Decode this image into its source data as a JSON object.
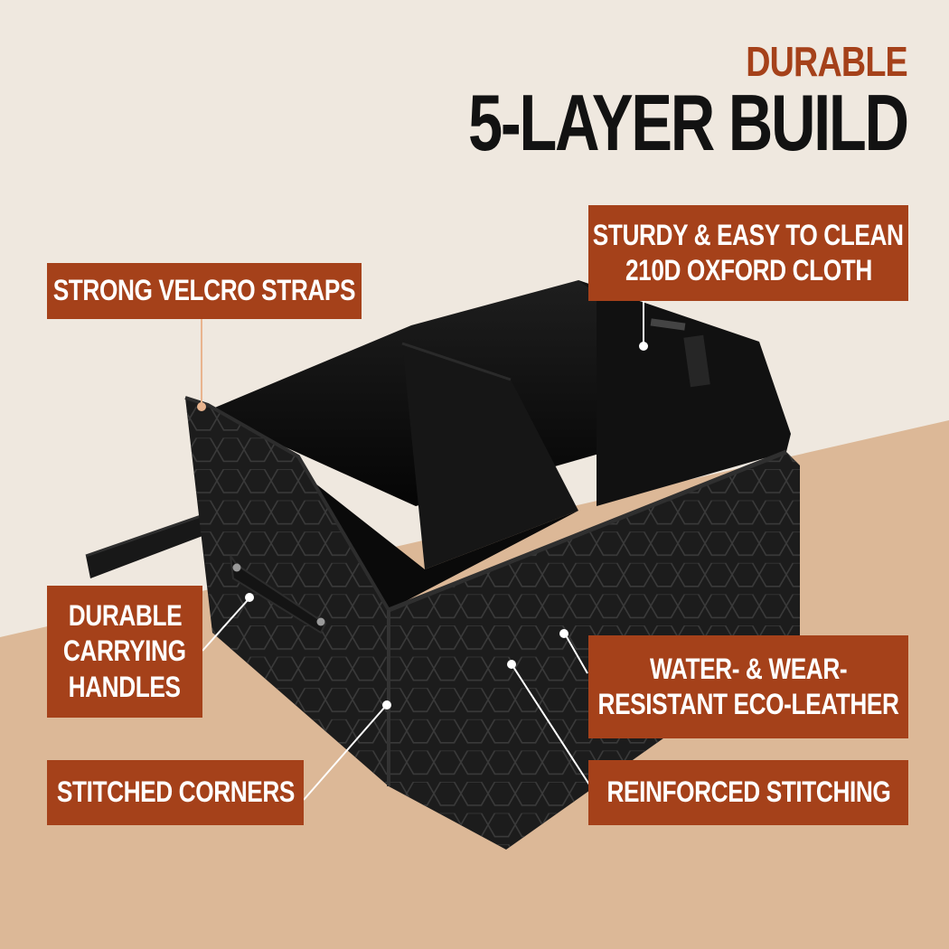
{
  "colors": {
    "cream": "#efe8df",
    "tan": "#dcb897",
    "accent": "#a5411a",
    "text_dark": "#121212",
    "label_text": "#ffffff",
    "leather": "#1c1c1c",
    "leather_dark": "#0d0d0d",
    "stitch": "#3a3a3a",
    "leader_line": "#ffffff",
    "leader_line_top": "#e9b48e"
  },
  "headline": {
    "eyebrow": "DURABLE",
    "main": "5-LAYER BUILD"
  },
  "features": {
    "strong_velcro_straps": "STRONG VELCRO STRAPS",
    "oxford_cloth_line1": "STURDY & EASY TO CLEAN",
    "oxford_cloth_line2": "210D OXFORD CLOTH",
    "carrying_handles_line1": "DURABLE",
    "carrying_handles_line2": "CARRYING",
    "carrying_handles_line3": "HANDLES",
    "eco_leather_line1": "WATER- & WEAR-",
    "eco_leather_line2": "RESISTANT ECO-LEATHER",
    "stitched_corners": "STITCHED CORNERS",
    "reinforced_stitching": "REINFORCED STITCHING"
  }
}
